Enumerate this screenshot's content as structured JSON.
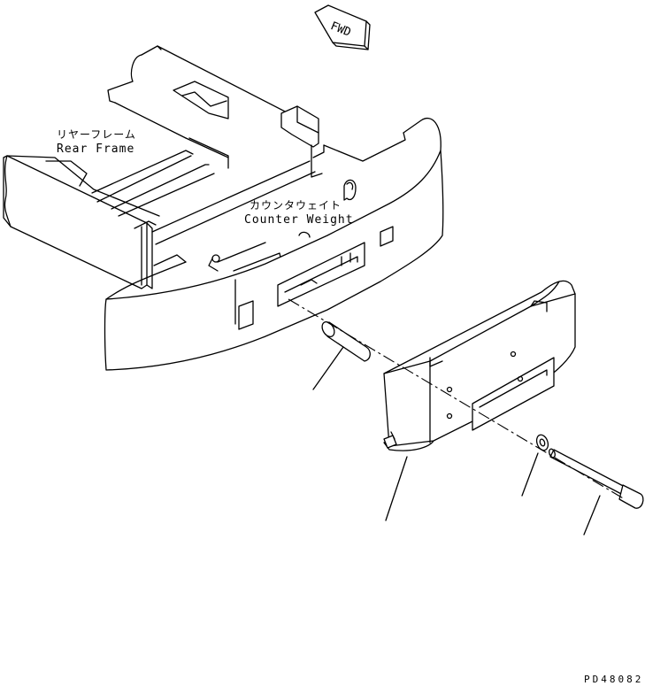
{
  "labels": {
    "rear_frame_jp": "リヤーフレーム",
    "rear_frame_en": "Rear Frame",
    "counter_weight_jp": "カウンタウェイト",
    "counter_weight_en": "Counter Weight",
    "fwd": "FWD",
    "drawing_code": "PD48082"
  },
  "colors": {
    "line": "#000000",
    "background": "#ffffff"
  }
}
